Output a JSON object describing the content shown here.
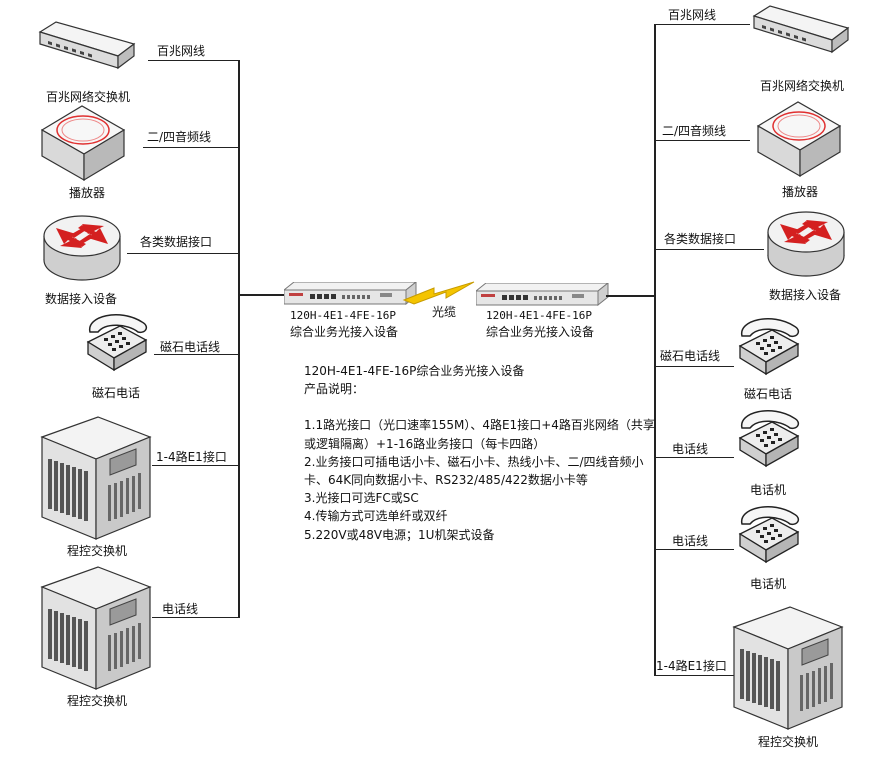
{
  "left": {
    "switch": {
      "link_label": "百兆网线",
      "caption": "百兆网络交换机"
    },
    "player": {
      "link_label": "二/四音频线",
      "caption": "播放器"
    },
    "router": {
      "link_label": "各类数据接口",
      "caption": "数据接入设备"
    },
    "magneto_phone": {
      "link_label": "磁石电话线",
      "caption": "磁石电话"
    },
    "pbx1": {
      "link_label": "1-4路E1接口",
      "caption": "程控交换机"
    },
    "pbx2": {
      "link_label": "电话线",
      "caption": "程控交换机"
    }
  },
  "right": {
    "switch": {
      "link_label": "百兆网线",
      "caption": "百兆网络交换机"
    },
    "player": {
      "link_label": "二/四音频线",
      "caption": "播放器"
    },
    "router": {
      "link_label": "各类数据接口",
      "caption": "数据接入设备"
    },
    "magneto_phone": {
      "link_label": "磁石电话线",
      "caption": "磁石电话"
    },
    "phone1": {
      "link_label": "电话线",
      "caption": "电话机"
    },
    "phone2": {
      "link_label": "电话线",
      "caption": "电话机"
    },
    "pbx": {
      "link_label": "1-4路E1接口",
      "caption": "程控交换机"
    }
  },
  "center": {
    "left_unit": {
      "model": "120H-4E1-4FE-16P",
      "caption": "综合业务光接入设备"
    },
    "right_unit": {
      "model": "120H-4E1-4FE-16P",
      "caption": "综合业务光接入设备"
    },
    "fiber_label": "光缆"
  },
  "notes": {
    "title": "120H-4E1-4FE-16P综合业务光接入设备",
    "subtitle": "产品说明：",
    "items": [
      "1.1路光接口（光口速率155M）、4路E1接口+4路百兆网络（共享或逻辑隔离）+1-16路业务接口（每卡四路）",
      "2.业务接口可插电话小卡、磁石小卡、热线小卡、二/四线音频小卡、64K同向数据小卡、RS232/485/422数据小卡等",
      "3.光接口可选FC或SC",
      "4.传输方式可选单纤或双纤",
      "5.220V或48V电源；1U机架式设备"
    ]
  }
}
